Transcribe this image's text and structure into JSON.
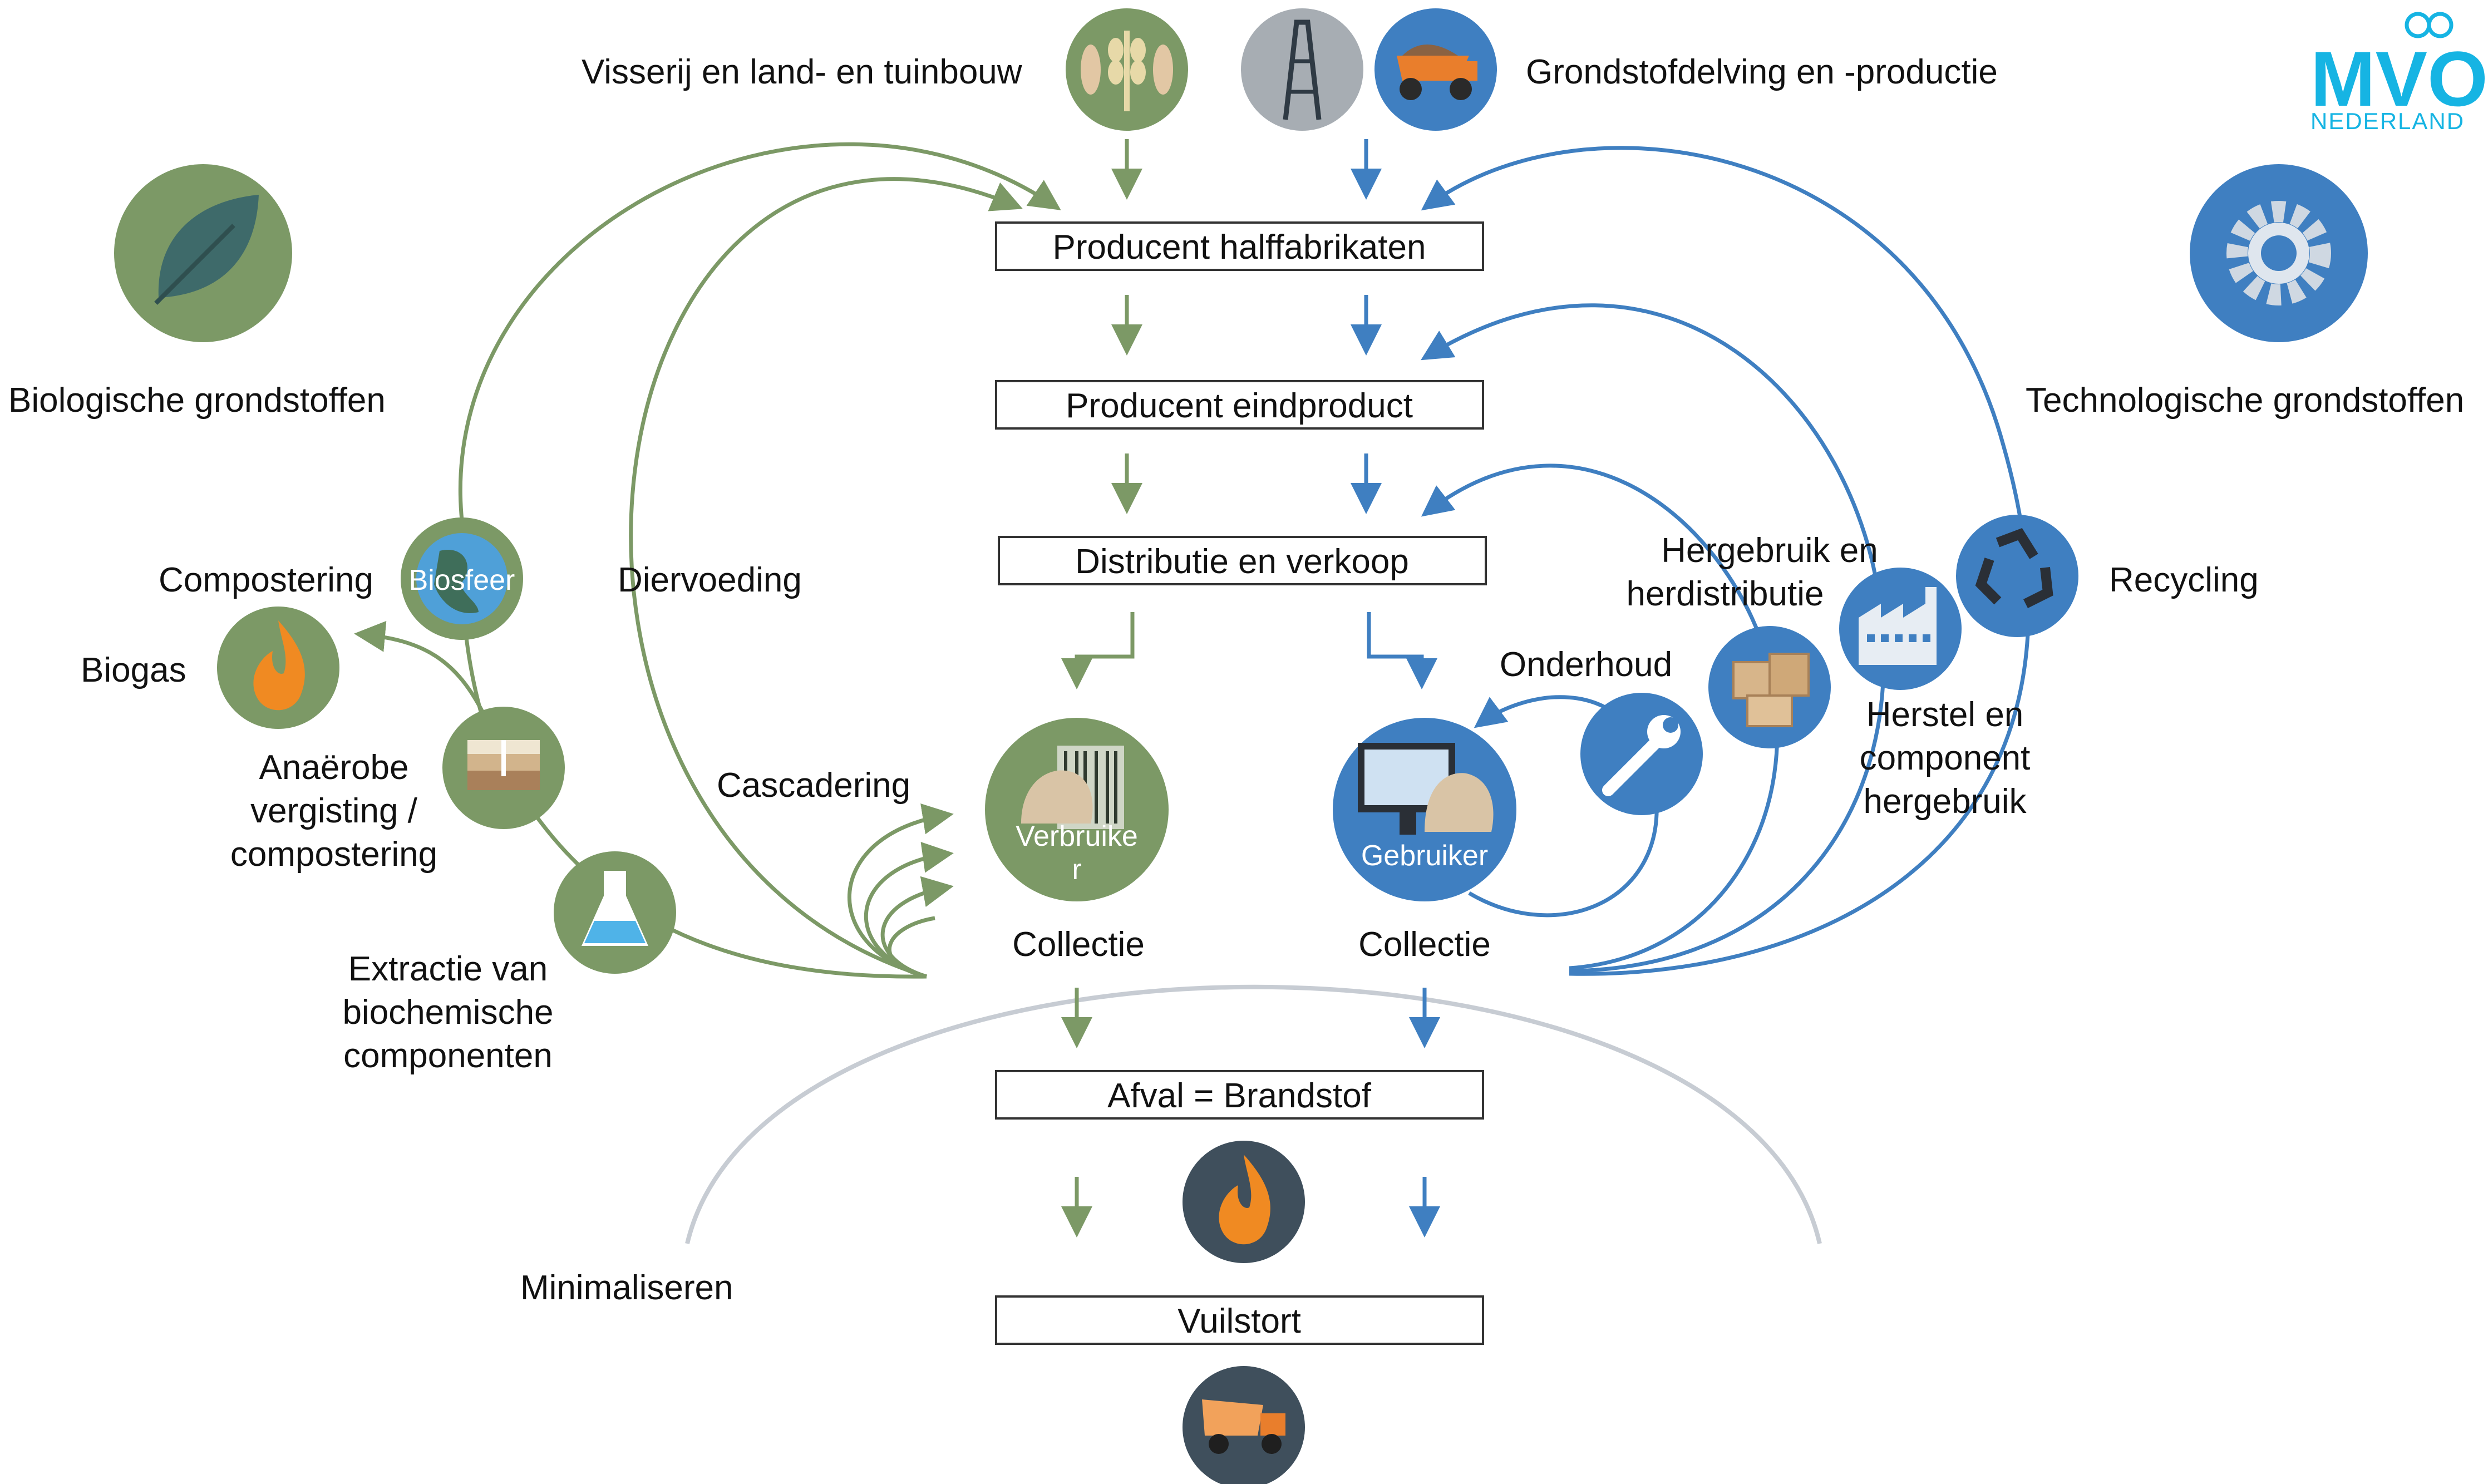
{
  "colors": {
    "bio": "#7c9966",
    "bio_dark": "#4f6e48",
    "tech": "#3f7fc1",
    "tech_dark": "#2f5f96",
    "dark": "#3f4f5c",
    "minimize_line": "#bcc4cc",
    "brand": "#16b4e3"
  },
  "logo": {
    "main": "MVO",
    "sub": "NEDERLAND"
  },
  "top": {
    "bio_source": "Visserij en land- en tuinbouw",
    "tech_source": "Grondstofdelving en -productie"
  },
  "boxes": {
    "semi": "Producent halffabrikaten",
    "end": "Producent eindproduct",
    "distribution": "Distributie en verkoop",
    "waste": "Afval = Brandstof",
    "landfill": "Vuilstort"
  },
  "bio": {
    "title": "Biologische grondstoffen",
    "biosphere": "Biosfeer",
    "composting": "Compostering",
    "biogas": "Biogas",
    "anaerobic": [
      "Anaërobe",
      "vergisting /",
      "compostering"
    ],
    "extraction": [
      "Extractie van",
      "biochemische",
      "componenten"
    ],
    "feed": "Diervoeding",
    "cascading": "Cascadering",
    "consumer": [
      "Verbruike",
      "r"
    ],
    "collection": "Collectie"
  },
  "tech": {
    "title": "Technologische grondstoffen",
    "recycling": "Recycling",
    "reuse": [
      "Hergebruik en",
      "herdistributie"
    ],
    "maintenance": "Onderhoud",
    "repair": [
      "Herstel en",
      "component",
      "hergebruik"
    ],
    "user": "Gebruiker",
    "collection": "Collectie"
  },
  "minimize": "Minimaliseren",
  "icons": {
    "bio_source": "wheat-fish-icon",
    "tech_source_1": "oil-derrick-icon",
    "tech_source_2": "mining-truck-icon",
    "bio_title": "leaf-icon",
    "tech_title": "gear-icon",
    "biosphere": "globe-icon",
    "biogas": "flame-icon",
    "anaerobic": "soil-layers-icon",
    "extraction": "flask-icon",
    "consumer": "barcode-person-icon",
    "user": "monitor-person-icon",
    "maintenance": "wrench-icon",
    "reuse": "boxes-icon",
    "repair": "factory-icon",
    "recycling": "recycle-icon",
    "incineration": "flame-icon",
    "landfill": "dump-truck-icon"
  }
}
